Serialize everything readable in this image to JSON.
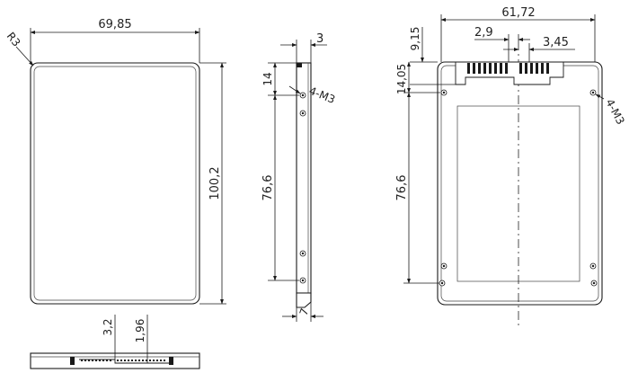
{
  "drawing": {
    "front_view": {
      "width_label": "69,85",
      "height_label": "100,2",
      "radius_label": "R3"
    },
    "side_view": {
      "thickness_label": "3",
      "top_offset_label": "14",
      "hole_spacing_label": "76,6",
      "hole_label": "4-M3",
      "bottom_label": "7"
    },
    "back_view": {
      "width_label": "61,72",
      "pitch_label": "2,9",
      "offset_label": "3,45",
      "top_label": "9,15",
      "hole_top_label": "14,05",
      "hole_spacing_label": "76,6",
      "hole_label": "4-M3"
    },
    "bottom_view": {
      "left_label": "3,2",
      "right_label": "1,96"
    }
  }
}
